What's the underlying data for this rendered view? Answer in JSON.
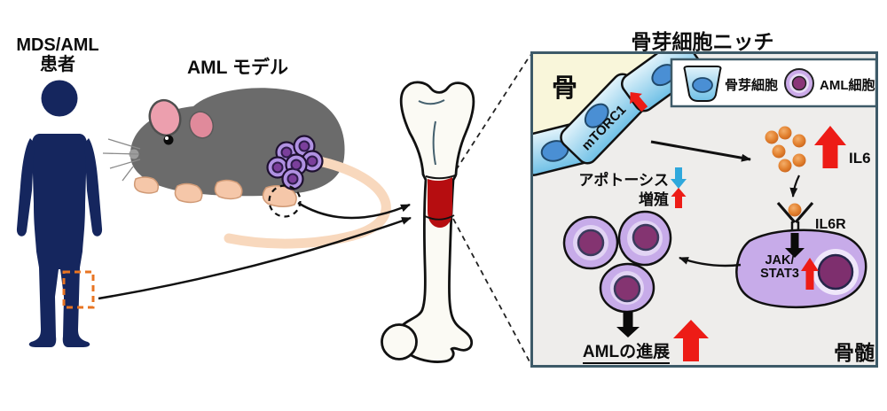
{
  "left_area": {
    "patient_line1": "MDS/AML",
    "patient_line2": "患者",
    "mouse_model": "AML モデル"
  },
  "panel": {
    "title": "骨芽細胞ニッチ",
    "bone": "骨",
    "bone_marrow": "骨髄",
    "legend": {
      "osteoblast": "骨芽細胞",
      "aml_cell": "AML細胞"
    },
    "mtorc1": "mTORC1",
    "il6": "IL6",
    "il6r": "IL6R",
    "jak": "JAK/",
    "stat3": "STAT3",
    "apoptosis": "アポトーシス",
    "proliferation": "増殖",
    "aml_progression": "AMLの進展"
  },
  "colors": {
    "red_arrow": "#ed1c16",
    "blue_arrow": "#2fa8dc",
    "human_navy": "#15265e",
    "mouse_gray": "#6b6b6b",
    "panel_bg": "#eeedeb",
    "panel_border": "#3d5a68",
    "bone_area_cream": "#f9f6da",
    "osteoblast_blue": "#7cc6e8",
    "aml_cell_purple": "#c7abe9",
    "il6_orange": "#e8893f",
    "marrow_red": "#b60d10",
    "highlight_box_orange": "#e87422"
  }
}
